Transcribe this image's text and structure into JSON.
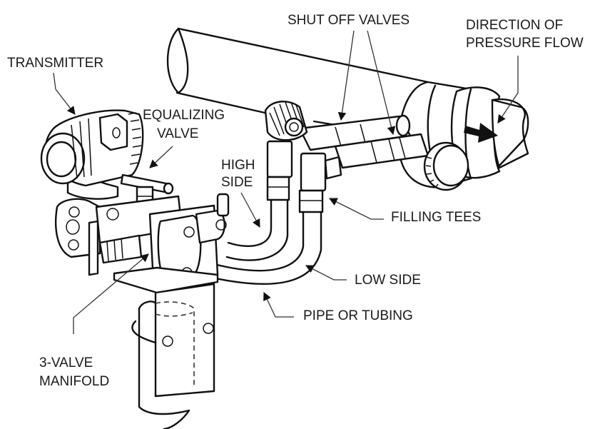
{
  "diagram": {
    "title": "Differential pressure transmitter installation with 3-valve manifold",
    "labels": {
      "transmitter": "TRANSMITTER",
      "equalizing_valve": [
        "EQUALIZING",
        "VALVE"
      ],
      "high_side": [
        "HIGH",
        "SIDE"
      ],
      "shut_off_valves": "SHUT OFF VALVES",
      "direction_of_pressure_flow": [
        "DIRECTION OF",
        "PRESSURE FLOW"
      ],
      "filling_tees": "FILLING TEES",
      "low_side": "LOW SIDE",
      "pipe_or_tubing": "PIPE OR TUBING",
      "three_valve_manifold": [
        "3-VALVE",
        "MANIFOLD"
      ]
    },
    "components": [
      "transmitter",
      "equalizing-valve",
      "3-valve-manifold",
      "mounting-bracket",
      "mounting-pipe",
      "high-side-tubing",
      "low-side-tubing",
      "filling-tees",
      "shut-off-valves",
      "process-pipe",
      "orifice-flange",
      "flow-direction-arrow"
    ],
    "colors": {
      "line": "#111111",
      "background": "#ffffff"
    }
  }
}
